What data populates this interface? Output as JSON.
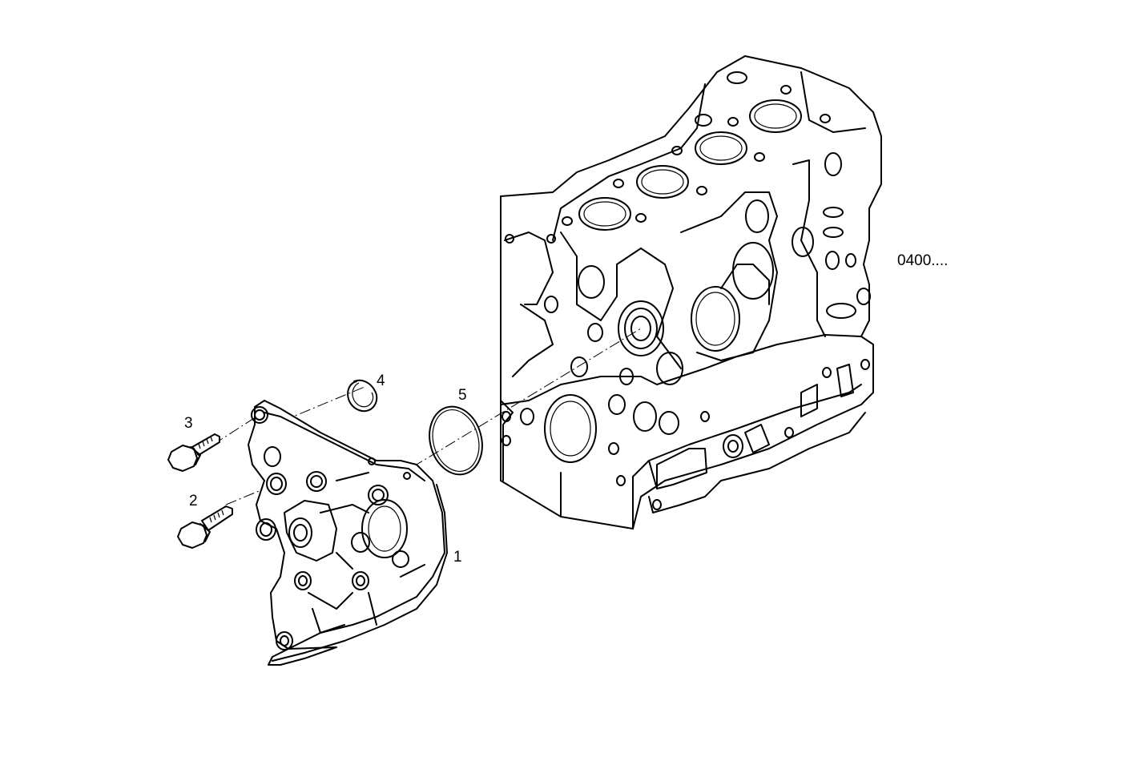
{
  "diagram": {
    "type": "exploded-parts-diagram",
    "reference_label": "0400....",
    "callouts": [
      {
        "number": "1",
        "part": "front cover"
      },
      {
        "number": "2",
        "part": "bolt"
      },
      {
        "number": "3",
        "part": "bolt"
      },
      {
        "number": "4",
        "part": "seal ring"
      },
      {
        "number": "5",
        "part": "o-ring"
      }
    ]
  }
}
